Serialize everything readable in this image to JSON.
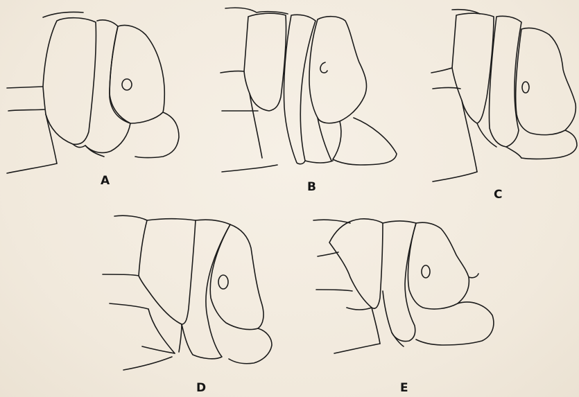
{
  "figures": [
    {
      "id": "A",
      "label": "A"
    },
    {
      "id": "B",
      "label": "B"
    },
    {
      "id": "C",
      "label": "C"
    },
    {
      "id": "D",
      "label": "D"
    },
    {
      "id": "E",
      "label": "E"
    }
  ],
  "colors": {
    "paper": "#f3ece0",
    "ink": "#1b1b1b"
  }
}
